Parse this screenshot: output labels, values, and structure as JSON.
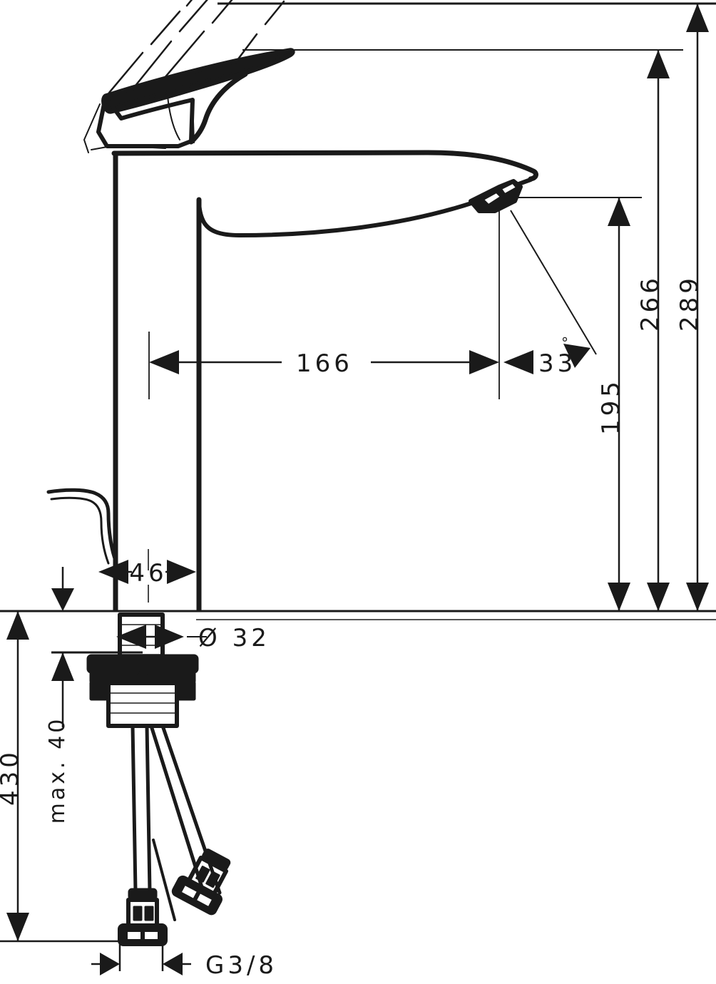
{
  "drawing": {
    "title": "Single lever basin mixer technical dimension drawing",
    "type": "technical-dimension-drawing",
    "line_color": "#1a1a1a",
    "background_color": "#ffffff",
    "units": "mm"
  },
  "dimensions": {
    "total_height": "289",
    "spout_height_outer": "266",
    "spout_outlet_height": "195",
    "spout_reach": "166",
    "aerator_angle": "33",
    "angle_symbol": "°",
    "body_width": "46",
    "base_diameter": "Ø 32",
    "hose_length": "430",
    "max_deck_thickness": "max. 40",
    "connection_thread": "G3/8"
  },
  "labels": [
    {
      "id": "h289",
      "text": "289",
      "orientation": "vertical"
    },
    {
      "id": "h266",
      "text": "266",
      "orientation": "vertical"
    },
    {
      "id": "h195",
      "text": "195",
      "orientation": "vertical"
    },
    {
      "id": "r166",
      "text": "166",
      "orientation": "horizontal"
    },
    {
      "id": "a33",
      "text": "33",
      "orientation": "horizontal"
    },
    {
      "id": "w46",
      "text": "46",
      "orientation": "horizontal"
    },
    {
      "id": "d32",
      "text": "Ø 32",
      "orientation": "horizontal"
    },
    {
      "id": "l430",
      "text": "430",
      "orientation": "vertical"
    },
    {
      "id": "m40",
      "text": "max. 40",
      "orientation": "vertical"
    },
    {
      "id": "g38",
      "text": "G3/8",
      "orientation": "horizontal"
    }
  ],
  "parts": {
    "lever_handle": "lever-handle",
    "body": "mixer-body",
    "spout": "spout",
    "aerator": "aerator",
    "pop_up_rod": "pop-up-waste-rod",
    "base_shank": "base-shank",
    "mounting_nut": "mounting-nut",
    "flexible_hoses": "flexible-hoses",
    "hose_connectors": "hose-connectors"
  }
}
